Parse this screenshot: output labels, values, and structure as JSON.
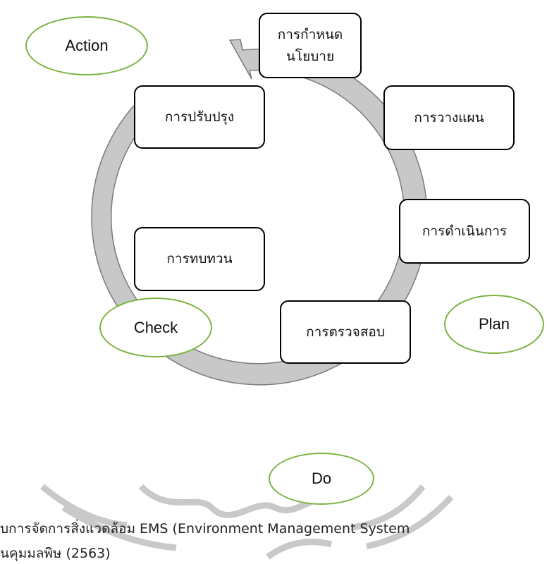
{
  "stages": [
    {
      "id": "policy",
      "text": "การกำหนด\nนโยบาย"
    },
    {
      "id": "planning",
      "text": "การวางแผน"
    },
    {
      "id": "implementation",
      "text": "การดำเนินการ"
    },
    {
      "id": "checking",
      "text": "การตรวจสอบ"
    },
    {
      "id": "review",
      "text": "การทบทวน"
    },
    {
      "id": "improvement",
      "text": "การปรับปรุง"
    }
  ],
  "pdca_labels": {
    "action": "Action",
    "plan": "Plan",
    "do": "Do",
    "check": "Check"
  },
  "caption": {
    "line1": "บการจัดการสิ่งแวดล้อม EMS (Environment Management System",
    "line2": "นคุมมลพิษ (2563)"
  },
  "colors": {
    "arrow_fill": "#c8c8c8",
    "arrow_stroke": "#7a7a7a",
    "label_border": "#7cb342",
    "watermark": "#c9c9c9"
  }
}
